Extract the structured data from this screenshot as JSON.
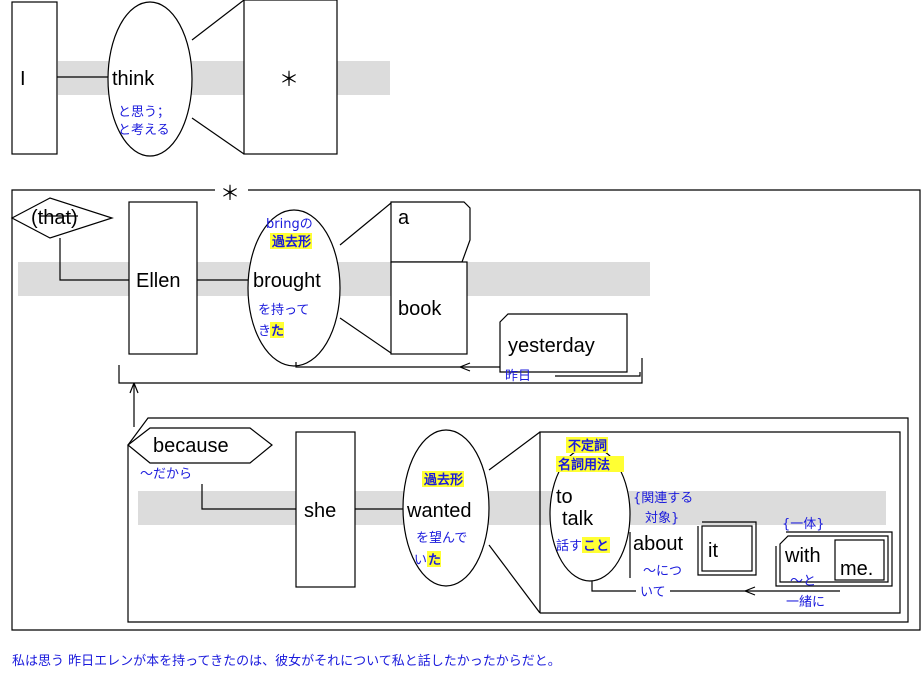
{
  "words": {
    "i": "I",
    "think": "think",
    "star": "＊",
    "that": "(that)",
    "ellen": "Ellen",
    "brought": "brought",
    "a": "a",
    "book": "book",
    "yesterday": "yesterday",
    "because": "because",
    "she": "she",
    "wanted": "wanted",
    "to": "to",
    "talk": "talk",
    "about": "about",
    "it": "it",
    "with": "with",
    "me": "me."
  },
  "notes": {
    "think_1": "と思う；",
    "think_2": "と考える",
    "bring_1": "bringの",
    "bring_2": "過去形",
    "brought_1": "を持って",
    "brought_2a": "き",
    "brought_2b": "た",
    "yesterday": "昨日",
    "because": "～だから",
    "wanted_top": "過去形",
    "wanted_1": "を望んで",
    "wanted_2a": "い",
    "wanted_2b": "た",
    "inf_1": "不定詞",
    "inf_2": "名詞用法",
    "talk_a": "話す",
    "talk_b": "こと",
    "about_tag_1": "{関連する",
    "about_tag_2": "対象}",
    "about_1": "～につ",
    "about_2": "いて",
    "with_tag": "{一体}",
    "with_1": "～と",
    "with_2": "一緒に"
  },
  "translation": "私は思う 昨日エレンが本を持ってきたのは、彼女がそれについて私と話したかったからだと。",
  "colors": {
    "annotation": "#1a1adc",
    "highlight": "#ffff33",
    "band": "#dcdcdc",
    "line": "#000000"
  }
}
